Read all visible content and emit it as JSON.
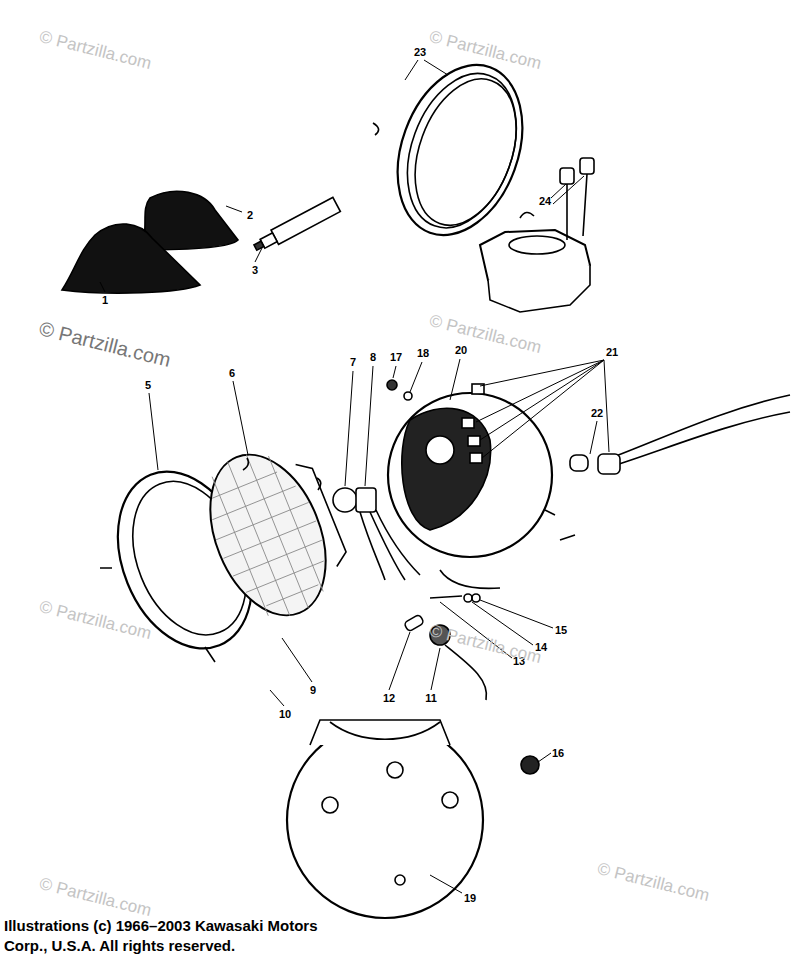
{
  "diagram": {
    "caption": "Illustrations (c) 1966–2003 Kawasaki Motors Corp., U.S.A. All rights reserved.",
    "labels": [
      "23",
      "2",
      "3",
      "24",
      "1",
      "5",
      "6",
      "7",
      "8",
      "17",
      "18",
      "20",
      "21",
      "22",
      "15",
      "14",
      "13",
      "9",
      "10",
      "12",
      "11",
      "16",
      "19",
      "© Partzilla.com",
      "© Partzilla.com",
      "© Partzilla.com",
      "© Partzilla.com",
      "© Partzilla.com",
      "© Partzilla.com",
      "© Partzilla.com",
      "© Partzilla.com"
    ]
  }
}
